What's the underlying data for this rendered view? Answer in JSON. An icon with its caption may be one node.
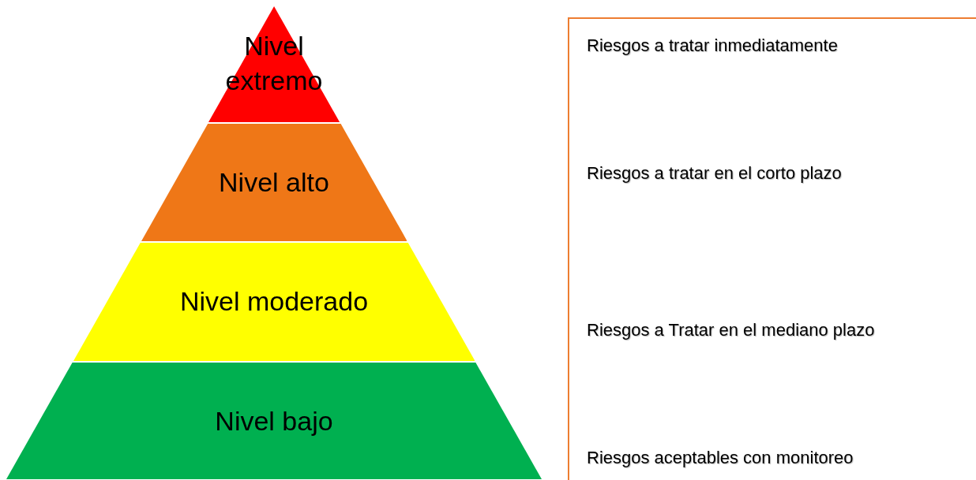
{
  "diagram": {
    "nodes": [
      {
        "text": [
          "Nivel extremo"
        ]
      },
      {
        "text": [
          "Nivel alto"
        ]
      },
      {
        "text": [
          "Nivel moderado"
        ]
      },
      {
        "text": [
          "Nivel bajo"
        ]
      },
      {
        "text": [
          "Riesgos a tratar inmediatamente",
          "Riesgos a tratar en el corto plazo",
          "Riesgos a Tratar en el mediano plazo",
          "Riesgos aceptables con monitoreo"
        ]
      }
    ]
  }
}
